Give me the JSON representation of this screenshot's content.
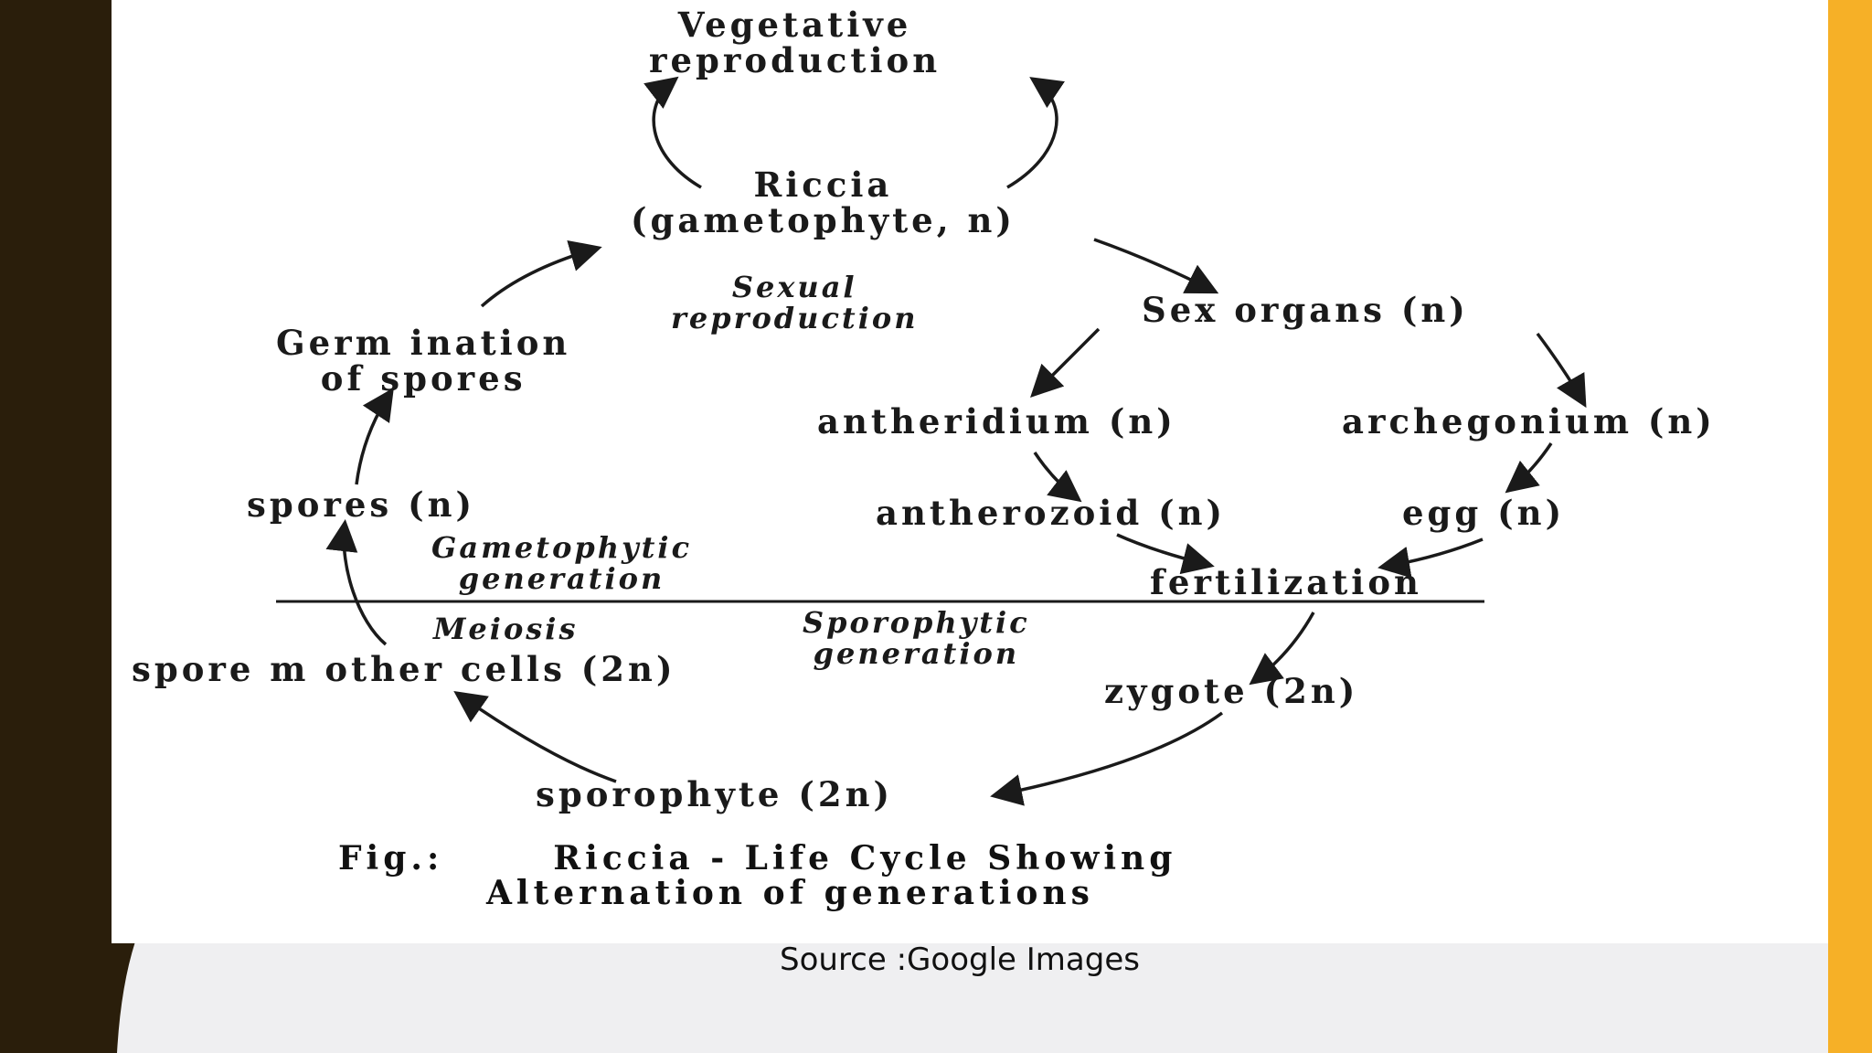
{
  "colors": {
    "left_band": "#2a1e0b",
    "right_band": "#f6b027",
    "figure_bg": "#ffffff",
    "slide_bg": "#efeff1",
    "ink": "#1a1a1a"
  },
  "diagram": {
    "vegetative_reproduction": [
      "Vegetative",
      "reproduction"
    ],
    "riccia": [
      "Riccia",
      "(gametophyte, n)"
    ],
    "sexual_reproduction": [
      "Sexual",
      "reproduction"
    ],
    "sex_organs": "Sex organs (n)",
    "germination": [
      "Germ ination",
      "of spores"
    ],
    "antheridium": "antheridium (n)",
    "archegonium": "archegonium (n)",
    "spores": "spores (n)",
    "antherozoid": "antherozoid (n)",
    "egg": "egg (n)",
    "gametophytic_generation": [
      "Gametophytic",
      "generation"
    ],
    "fertilization": "fertilization",
    "meiosis": "Meiosis",
    "sporophytic_generation": [
      "Sporophytic",
      "generation"
    ],
    "spore_mother_cells": "spore m other cells (2n)",
    "zygote": "zygote (2n)",
    "sporophyte": "sporophyte (2n)"
  },
  "caption": {
    "line1_prefix": "Fig.:",
    "line1": "Riccia - Life Cycle  Showing",
    "line2": "Alternation of generations"
  },
  "source": "Source :Google Images"
}
